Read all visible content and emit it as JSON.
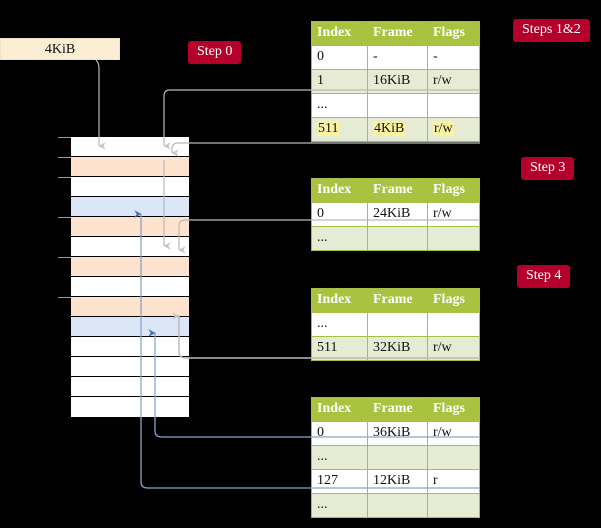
{
  "badges": {
    "step0": "Step 0",
    "steps12": "Steps 1&2",
    "step3": "Step 3",
    "step4": "Step 4"
  },
  "frame_box": {
    "label": "4KiB"
  },
  "memory_column": {
    "row_count": 14,
    "rows": [
      {
        "index": 0,
        "fill": "white"
      },
      {
        "index": 1,
        "fill": "orange"
      },
      {
        "index": 2,
        "fill": "white"
      },
      {
        "index": 3,
        "fill": "blue"
      },
      {
        "index": 4,
        "fill": "orange"
      },
      {
        "index": 5,
        "fill": "white"
      },
      {
        "index": 6,
        "fill": "orange"
      },
      {
        "index": 7,
        "fill": "white"
      },
      {
        "index": 8,
        "fill": "orange"
      },
      {
        "index": 9,
        "fill": "blue"
      },
      {
        "index": 10,
        "fill": "white"
      },
      {
        "index": 11,
        "fill": "white"
      },
      {
        "index": 12,
        "fill": "white"
      },
      {
        "index": 13,
        "fill": "white"
      }
    ]
  },
  "tables": {
    "headers": [
      "Index",
      "Frame",
      "Flags"
    ],
    "level4": {
      "rows": [
        {
          "index": "0",
          "frame": "-",
          "flags": "-",
          "shade": "plain",
          "highlight": false
        },
        {
          "index": "1",
          "frame": "16KiB",
          "flags": "r/w",
          "shade": "shade",
          "highlight": false
        },
        {
          "index": "...",
          "frame": "",
          "flags": "",
          "shade": "plain",
          "highlight": false
        },
        {
          "index": "511",
          "frame": "4KiB",
          "flags": "r/w",
          "shade": "shade",
          "highlight": true
        }
      ]
    },
    "level3": {
      "rows": [
        {
          "index": "0",
          "frame": "24KiB",
          "flags": "r/w",
          "shade": "plain",
          "highlight": false
        },
        {
          "index": "...",
          "frame": "",
          "flags": "",
          "shade": "shade",
          "highlight": false
        }
      ]
    },
    "level2": {
      "rows": [
        {
          "index": "...",
          "frame": "",
          "flags": "",
          "shade": "plain",
          "highlight": false
        },
        {
          "index": "511",
          "frame": "32KiB",
          "flags": "r/w",
          "shade": "shade",
          "highlight": false
        }
      ]
    },
    "level1": {
      "rows": [
        {
          "index": "0",
          "frame": "36KiB",
          "flags": "r/w",
          "shade": "plain",
          "highlight": false
        },
        {
          "index": "...",
          "frame": "",
          "flags": "",
          "shade": "shade",
          "highlight": false
        },
        {
          "index": "127",
          "frame": "12KiB",
          "flags": "r",
          "shade": "plain",
          "highlight": false
        },
        {
          "index": "...",
          "frame": "",
          "flags": "",
          "shade": "shade",
          "highlight": false
        }
      ]
    }
  },
  "colors": {
    "background": "#000000",
    "badge": "#b4002a",
    "table_header": "#a9c23f",
    "table_shade": "#e6ebd3",
    "frame_box": "#fbeed5",
    "mem_orange": "#fde3cd",
    "mem_blue": "#dbe7f7",
    "gray_wire": "#b4b4b4",
    "blue_wire": "#6f90c0",
    "highlight": "#fbf3a0"
  }
}
